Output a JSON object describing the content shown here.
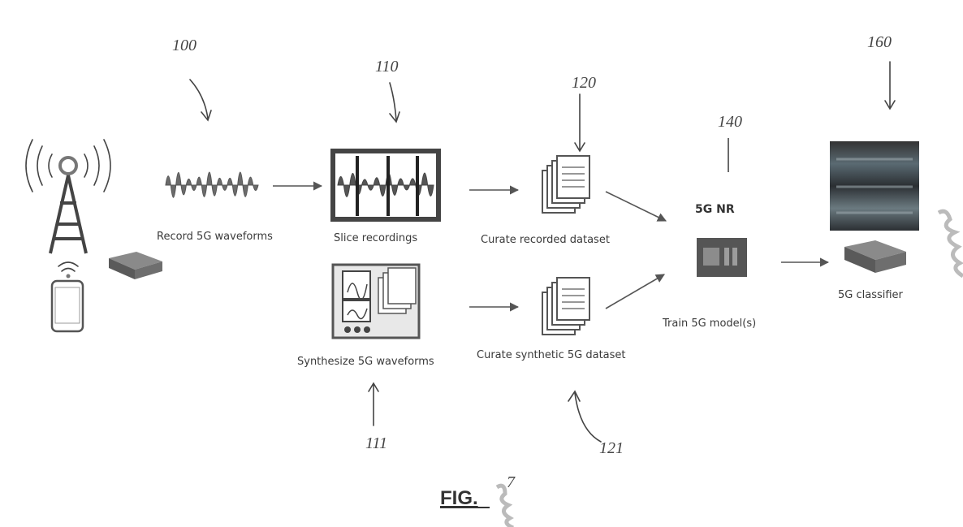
{
  "labels": {
    "record": "Record 5G waveforms",
    "slice": "Slice recordings",
    "curate_recorded": "Curate recorded dataset",
    "synthesize": "Synthesize 5G waveforms",
    "curate_synthetic": "Curate synthetic 5G dataset",
    "train": "Train 5G model(s)",
    "classifier": "5G classifier",
    "nr_logo": "5G NR"
  },
  "refs": {
    "r100": "100",
    "r110": "110",
    "r111": "111",
    "r120": "120",
    "r121": "121",
    "r140": "140",
    "r160": "160"
  },
  "figure": {
    "caption": "FIG.",
    "number": "7"
  },
  "colors": {
    "ink": "#333333",
    "gray": "#8a8a8a",
    "dark": "#555555",
    "spectrum": "#2f3b45"
  }
}
